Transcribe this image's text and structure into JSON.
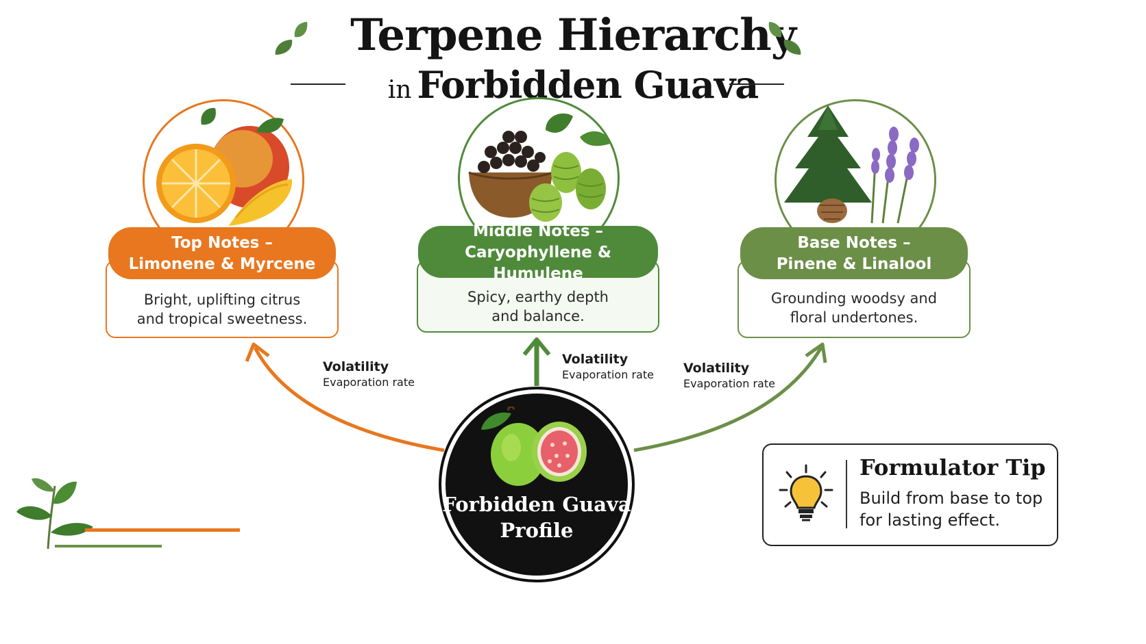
{
  "title": {
    "main": "Terpene Hierarchy",
    "prefix": "in",
    "subject": "Forbidden Guava"
  },
  "colors": {
    "orange": "#e8771f",
    "green": "#4f8a3a",
    "olive": "#6c8f48"
  },
  "notes": [
    {
      "heading_line1": "Top Notes –",
      "heading_line2": "Limonene & Myrcene",
      "desc_line1": "Bright, uplifting citrus",
      "desc_line2": "and tropical sweetness.",
      "icon": "citrus-mango-icon"
    },
    {
      "heading_line1": "Middle Notes –",
      "heading_line2": "Caryophyllene & Humulene",
      "desc_line1": "Spicy, earthy depth",
      "desc_line2": "and balance.",
      "icon": "peppercorn-hops-icon"
    },
    {
      "heading_line1": "Base Notes –",
      "heading_line2": "Pinene & Linalool",
      "desc_line1": "Grounding woodsy and",
      "desc_line2": "floral undertones.",
      "icon": "pine-lavender-icon"
    }
  ],
  "volatility": [
    {
      "title": "Volatility",
      "subtitle": "Evaporation rate"
    },
    {
      "title": "Volatility",
      "subtitle": "Evaporation rate"
    },
    {
      "title": "Volatility",
      "subtitle": "Evaporation rate"
    }
  ],
  "profile": {
    "line1": "Forbidden Guava",
    "line2": "Profile",
    "icon": "guava-icon"
  },
  "tip": {
    "title": "Formulator Tip",
    "line1": "Build from base to top",
    "line2": "for lasting effect.",
    "icon": "lightbulb-icon"
  }
}
